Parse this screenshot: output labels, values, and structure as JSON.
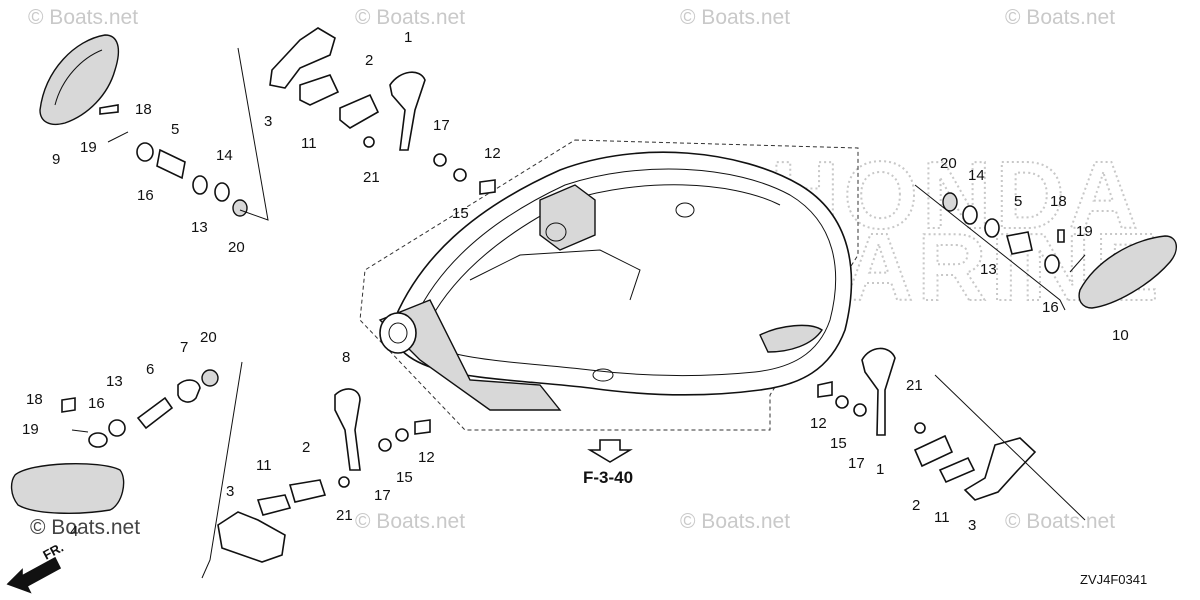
{
  "watermark": {
    "text": "© Boats.net"
  },
  "brand_outline_text": [
    "HONDA",
    "MARINE"
  ],
  "reference": {
    "label": "F-3-40"
  },
  "front_arrow": {
    "label": "FR."
  },
  "diagram_code": "ZVJ4F0341",
  "callouts": {
    "c1a": "1",
    "c2a": "2",
    "c3a": "3",
    "c5a": "5",
    "c9": "9",
    "c11a": "11",
    "c13a": "13",
    "c14a": "14",
    "c15a": "15",
    "c16a": "16",
    "c17a": "17",
    "c18a": "18",
    "c19a": "19",
    "c20a": "20",
    "c21a": "21",
    "c12a": "12",
    "c20b": "20",
    "c14b": "14",
    "c5b": "5",
    "c18b": "18",
    "c19b": "19",
    "c13b": "13",
    "c16b": "16",
    "c10": "10",
    "c20c": "20",
    "c7": "7",
    "c13c": "13",
    "c6": "6",
    "c18c": "18",
    "c16c": "16",
    "c19c": "19",
    "c4": "4",
    "c8": "8",
    "c15b": "15",
    "c12b": "12",
    "c17b": "17",
    "c21b": "21",
    "c2b": "2",
    "c11b": "11",
    "c3b": "3",
    "c21c": "21",
    "c12c": "12",
    "c15c": "15",
    "c17c": "17",
    "c1b": "1",
    "c2c": "2",
    "c11c": "11",
    "c3c": "3"
  },
  "colors": {
    "line": "#111111",
    "watermark": "#c9c9c9",
    "part_fill": "#d8d8d8"
  }
}
